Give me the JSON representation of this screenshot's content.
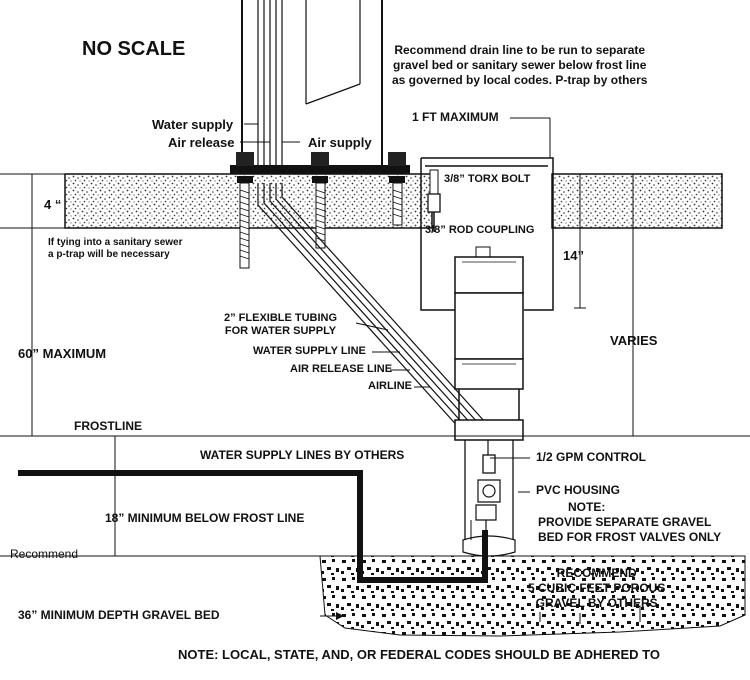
{
  "scale_note": "NO SCALE",
  "drain_note": [
    "Recommend drain line to be run to separate",
    "gravel bed or sanitary sewer below frost line",
    "as governed by local codes. P-trap by others"
  ],
  "water_supply": "Water supply",
  "air_release": "Air release",
  "air_supply": "Air supply",
  "one_ft_max": "1 FT  MAXIMUM",
  "torx_bolt": "3/8” TORX BOLT",
  "rod_coupling": "3/8” ROD COUPLING",
  "four_in": "4 “",
  "fourteen_in": "14”",
  "p_trap_note": [
    "If tying into a sanitary sewer",
    "a p-trap will be necessary"
  ],
  "flex_tubing": [
    "2” FLEXIBLE TUBING",
    "FOR WATER SUPPLY"
  ],
  "sixty_max": "60” MAXIMUM",
  "varies": "VARIES",
  "water_supply_line": "WATER SUPPLY LINE",
  "air_release_line": "AIR RELEASE LINE",
  "airline": "AIRLINE",
  "frostline": "FROSTLINE",
  "supply_lines_by_others": "WATER SUPPLY LINES  BY OTHERS",
  "gpm_control": "1/2 GPM CONTROL",
  "pvc_housing": "PVC HOUSING",
  "frost_note": [
    "NOTE:",
    "PROVIDE SEPARATE GRAVEL",
    "BED FOR FROST VALVES ONLY"
  ],
  "eighteen_min": "18” MINIMUM BELOW FROST LINE",
  "recommend": "Recommend",
  "gravel_recommend": [
    "RECOMMEND",
    "5 CUBIC FEET POROUS",
    "GRAVEL BY OTHERS"
  ],
  "thirty_six_min": "36” MINIMUM DEPTH GRAVEL BED",
  "codes_note": "NOTE: LOCAL, STATE, AND, OR FEDERAL CODES SHOULD BE ADHERED TO"
}
